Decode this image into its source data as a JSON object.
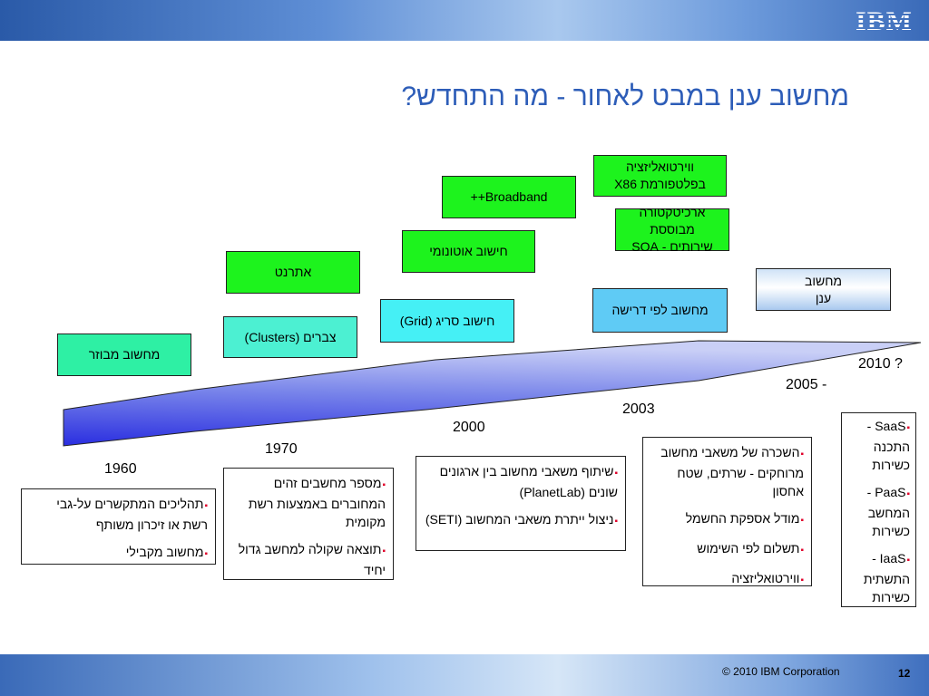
{
  "header": {
    "logo": "IBM"
  },
  "title": "מחשוב ענן במבט לאחור - מה התחדש?",
  "boxes": {
    "mainframe": "מחשוב מבוזר",
    "clusters": "צברים (Clusters)",
    "internet": "אתרנט",
    "grid": "חישוב סריג (Grid)",
    "autonomic": "חישוב אוטונומי",
    "broadband": "Broadband++",
    "x86_line1": "ווירטואליזציה",
    "x86_line2": "בפלטפורמת X86",
    "soa_line1": "ארכיטקטורה מבוססת",
    "soa_line2": "שירותים - SOA",
    "ondemand": "מחשוב לפי דרישה",
    "cloud_line1": "מחשוב",
    "cloud_line2": "ענן"
  },
  "years": {
    "y1960": "1960",
    "y1970": "1970",
    "y2000": "2000",
    "y2003": "2003",
    "y2005": "2005 -",
    "y2010": "2010 ?"
  },
  "notes": {
    "n1960": [
      "תהליכים המתקשרים על-גבי רשת או זיכרון משותף",
      "מחשוב מקבילי"
    ],
    "n1970": [
      "מספר מחשבים זהים המחוברים באמצעות רשת מקומית",
      "תוצאה שקולה למחשב גדול יחיד"
    ],
    "n2000": [
      "שיתוף משאבי מחשוב בין ארגונים שונים (PlanetLab)",
      "ניצול ייתרת משאבי המחשוב (SETI)"
    ],
    "n2003": [
      "השכרה של משאבי מחשוב מרוחקים - שרתים, שטח אחסון",
      "מודל אספקת החשמל",
      "תשלום לפי השימוש",
      "ווירטואליזציה"
    ],
    "n2010": [
      "SaaS - התכנה כשירות",
      "PaaS - המחשב כשירות",
      "IaaS - התשתית כשירות"
    ]
  },
  "footer": {
    "copyright": "© 2010 IBM Corporation",
    "page": "12"
  },
  "colors": {
    "title": "#2d5db8",
    "arrow": "#3a3ee0",
    "bullet": "#e0002a"
  }
}
